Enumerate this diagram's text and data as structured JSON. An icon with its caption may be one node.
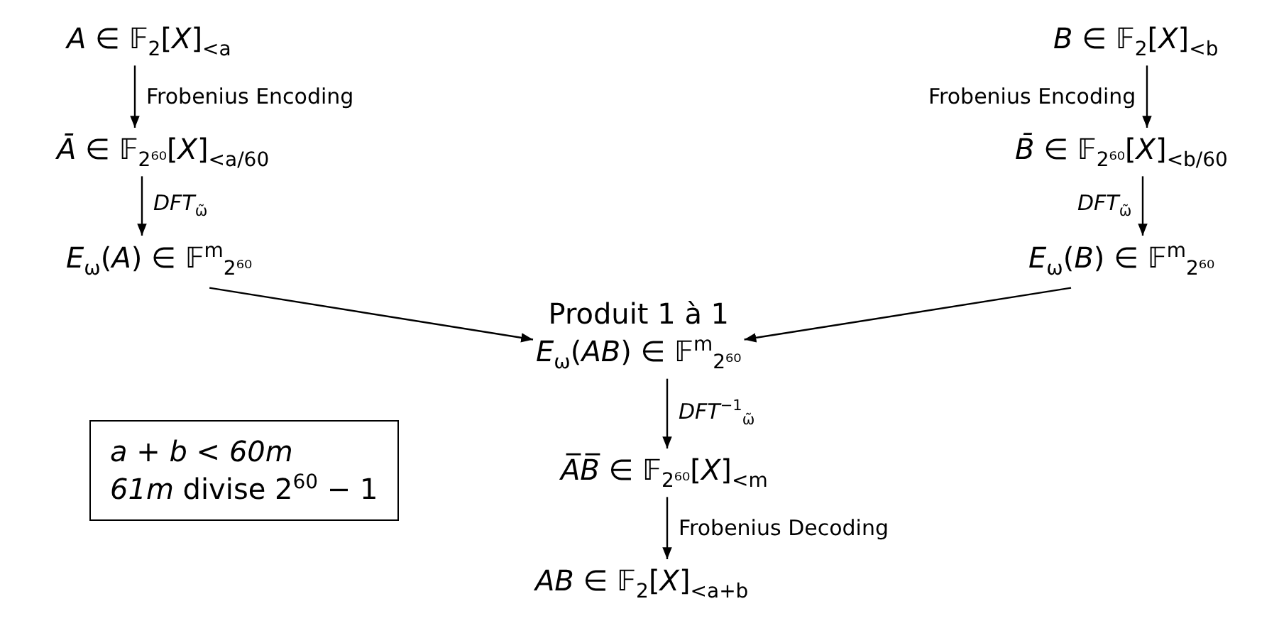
{
  "diagram": {
    "nodes": [
      {
        "text": [
          "*A* ∈ 𝔽$_{2}$[*X*]$_{<a}$"
        ]
      },
      {
        "text": [
          "*Ā* ∈ 𝔽$_{2⁶⁰}$[*X*]$_{<a/60}$"
        ]
      },
      {
        "text": [
          "*E*$_{ω}$(*A*) ∈ 𝔽$^{m}$$_{2⁶⁰}$"
        ]
      },
      {
        "text": [
          "*B* ∈ 𝔽$_{2}$[*X*]$_{<b}$"
        ]
      },
      {
        "text": [
          "*B̄* ∈ 𝔽$_{2⁶⁰}$[*X*]$_{<b/60}$"
        ]
      },
      {
        "text": [
          "*E*$_{ω}$(*B*) ∈ 𝔽$^{m}$$_{2⁶⁰}$"
        ]
      },
      {
        "text": [
          "Produit 1 à 1",
          "*E*$_{ω}$(*AB*) ∈ 𝔽$^{m}$$_{2⁶⁰}$"
        ]
      },
      {
        "text": [
          "*A̅B̅* ∈ 𝔽$_{2⁶⁰}$[*X*]$_{<m}$"
        ]
      },
      {
        "text": [
          "*AB* ∈ 𝔽$_{2}$[*X*]$_{<a+b}$"
        ]
      },
      {
        "text": [
          "*a* + *b* < *60m*",
          "*61m* divise 2$^{60}$ − 1"
        ]
      }
    ],
    "edges": [
      {
        "from": 0,
        "to": 1,
        "arrow": "to",
        "label": "Frobenius Encoding"
      },
      {
        "from": 1,
        "to": 2,
        "arrow": "to",
        "label": "*DFT*$_{ω̃}$"
      },
      {
        "from": 3,
        "to": 4,
        "arrow": "to",
        "label": "Frobenius Encoding"
      },
      {
        "from": 4,
        "to": 5,
        "arrow": "to",
        "label": "*DFT*$_{ω̃}$"
      },
      {
        "from": 2,
        "to": 6,
        "arrow": "to"
      },
      {
        "from": 5,
        "to": 6,
        "arrow": "to"
      },
      {
        "from": 6,
        "to": 7,
        "arrow": "to",
        "label": "*DFT*$^{−1}$$_{ω̃}$"
      },
      {
        "from": 7,
        "to": 8,
        "arrow": "to",
        "label": "Frobenius Decoding"
      }
    ]
  }
}
